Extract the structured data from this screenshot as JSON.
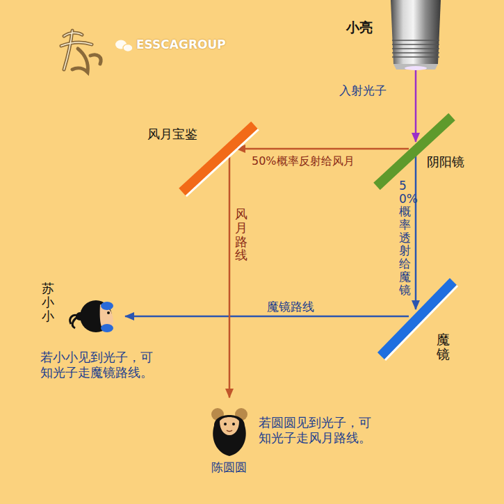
{
  "diagram": {
    "nodes": [
      {
        "text": [
          "小亮"
        ]
      },
      {
        "text": [
          "风月宝鉴"
        ]
      },
      {
        "text": [
          "阴阳镜"
        ]
      },
      {
        "text": [
          "魔镜"
        ]
      },
      {
        "text": [
          "苏小小",
          "若小小见到光子，可知光子走魔镜路线。"
        ]
      },
      {
        "text": [
          "陈圆圆",
          "若圆圆见到光子，可知光子走风月路线。"
        ]
      }
    ],
    "edges": [
      {
        "from": 0,
        "to": 2,
        "arrow": "to",
        "label": "入射光子"
      },
      {
        "from": 2,
        "to": 1,
        "arrow": "to",
        "label": "50%概率反射给风月"
      },
      {
        "from": 2,
        "to": 3,
        "arrow": "to",
        "label": "50%概率透射给魔镜"
      },
      {
        "from": 3,
        "to": 4,
        "arrow": "to",
        "label": "魔镜路线"
      },
      {
        "from": 1,
        "to": 5,
        "arrow": "to",
        "label": "风月路线"
      }
    ],
    "labels": [
      "ESSCAGROUP"
    ]
  }
}
